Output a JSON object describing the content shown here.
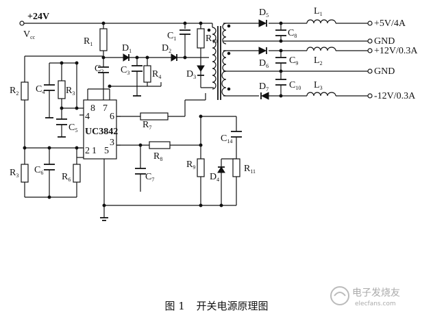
{
  "supply": {
    "voltage": "+24V",
    "vcc": "V",
    "vcc_sub": "cc"
  },
  "ic": {
    "name": "UC3842",
    "pins": [
      "8",
      "7",
      "4",
      "6",
      "2",
      "1",
      "5",
      "3"
    ]
  },
  "resistors": [
    {
      "id": "R",
      "sub": "1"
    },
    {
      "id": "R",
      "sub": "2"
    },
    {
      "id": "R",
      "sub": "3"
    },
    {
      "id": "R",
      "sub": "3"
    },
    {
      "id": "R",
      "sub": "4"
    },
    {
      "id": "R",
      "sub": "6"
    },
    {
      "id": "R",
      "sub": "7"
    },
    {
      "id": "R",
      "sub": "8"
    },
    {
      "id": "R",
      "sub": "9"
    },
    {
      "id": "R",
      "sub": "10"
    },
    {
      "id": "R",
      "sub": "11"
    }
  ],
  "capacitors": [
    {
      "id": "C",
      "sub": "1"
    },
    {
      "id": "C",
      "sub": "2"
    },
    {
      "id": "C",
      "sub": "3"
    },
    {
      "id": "C",
      "sub": "4"
    },
    {
      "id": "C",
      "sub": "5"
    },
    {
      "id": "C",
      "sub": "6"
    },
    {
      "id": "C",
      "sub": "7"
    },
    {
      "id": "C",
      "sub": "8"
    },
    {
      "id": "C",
      "sub": "9"
    },
    {
      "id": "C",
      "sub": "10"
    },
    {
      "id": "C",
      "sub": "14"
    }
  ],
  "diodes": [
    {
      "id": "D",
      "sub": "1"
    },
    {
      "id": "D",
      "sub": "2"
    },
    {
      "id": "D",
      "sub": "3"
    },
    {
      "id": "D",
      "sub": "4"
    },
    {
      "id": "D",
      "sub": "5"
    },
    {
      "id": "D",
      "sub": "6"
    },
    {
      "id": "D",
      "sub": "7"
    }
  ],
  "inductors": [
    {
      "id": "L",
      "sub": "1"
    },
    {
      "id": "L",
      "sub": "2"
    },
    {
      "id": "L",
      "sub": "3"
    }
  ],
  "outputs": [
    "+5V/4A",
    "GND",
    "+12V/0.3A",
    "GND",
    "-12V/0.3A"
  ],
  "caption": {
    "figure": "图 1",
    "title": "开关电源原理图"
  },
  "watermark": {
    "text": "电子发烧友",
    "domain": "elecfans.com"
  }
}
